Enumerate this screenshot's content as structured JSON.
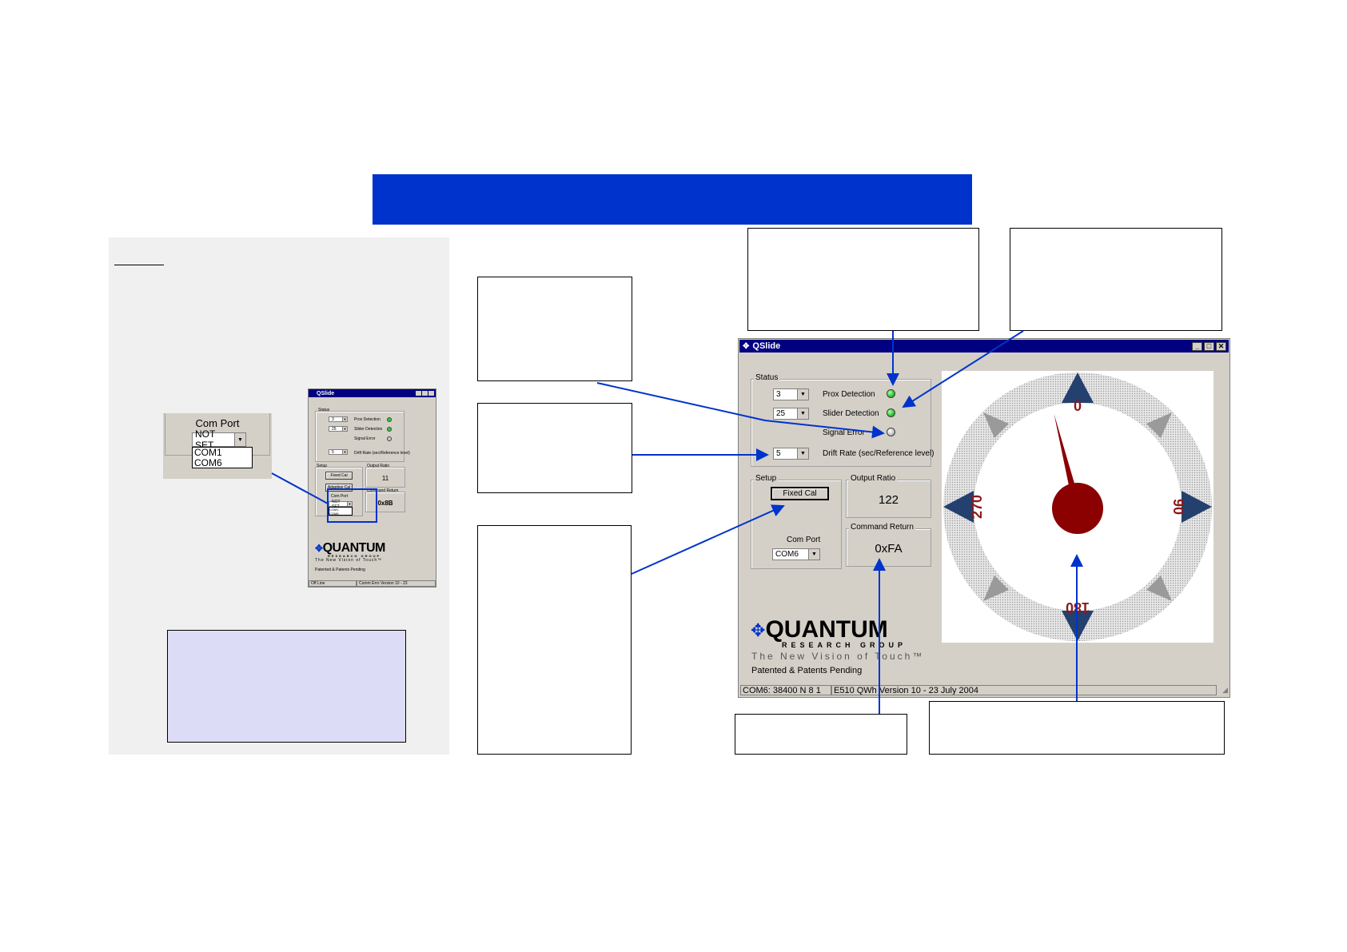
{
  "colors": {
    "banner": "#0033cc",
    "arrow": "#0033cc",
    "led_green": "#33cc33",
    "led_off": "#c8c8c8",
    "needle": "#8b0000",
    "dial_arrow": "#24406e",
    "callout_fill": "#dcdcf7"
  },
  "small_window": {
    "title": "QSlide",
    "status_label": "Status",
    "combo1": "3",
    "combo2": "25",
    "drift": "5",
    "prox": "Prox Detection",
    "slider": "Slider Detection",
    "signal": "Signal Error",
    "drift_label": "Drift Rate (sec/Reference level)",
    "setup_label": "Setup",
    "fixed_cal": "Fixed Cal",
    "adaptive_cal": "Adaptive Cal",
    "com_port": "Com Port",
    "com_value": "NOT SET",
    "com_options": [
      "COM1",
      "COM6"
    ],
    "output_ratio_label": "Output Ratio",
    "output_ratio": "11",
    "command_return_label": "Command Return",
    "command_return": "0x8B",
    "logo": "QUANTUM",
    "logo_sub": "RESEARCH GROUP",
    "tagline": "The New Vision of Touch™",
    "patent": "Patented & Patents Pending",
    "status_left": "Off Line",
    "status_right": "Comm Erro Version 10 - 23"
  },
  "zoom_com": {
    "label": "Com Port",
    "value": "NOT SET",
    "options": [
      "COM1",
      "COM6"
    ]
  },
  "main_window": {
    "title": "QSlide",
    "status_label": "Status",
    "combo1": "3",
    "combo2": "25",
    "drift": "5",
    "prox": "Prox Detection",
    "slider": "Slider Detection",
    "signal": "Signal Error",
    "drift_label": "Drift Rate (sec/Reference level)",
    "setup_label": "Setup",
    "fixed_cal": "Fixed Cal",
    "com_port": "Com Port",
    "com_value": "COM6",
    "output_ratio_label": "Output Ratio",
    "output_ratio": "122",
    "command_return_label": "Command Return",
    "command_return": "0xFA",
    "logo": "QUANTUM",
    "logo_sub": "RESEARCH GROUP",
    "tagline": "The New Vision of Touch™",
    "patent": "Patented & Patents Pending",
    "status_left": "COM6: 38400 N 8 1",
    "status_right": "E510 QWh Version 10 - 23 July 2004",
    "dial": {
      "labels": [
        "0",
        "90",
        "180",
        "270"
      ],
      "needle_deg": -14
    }
  },
  "icons": {
    "dropdown": "chevron-down-icon",
    "minimize": "minimize-icon",
    "maximize": "maximize-icon",
    "close": "close-icon",
    "app": "app-icon"
  }
}
